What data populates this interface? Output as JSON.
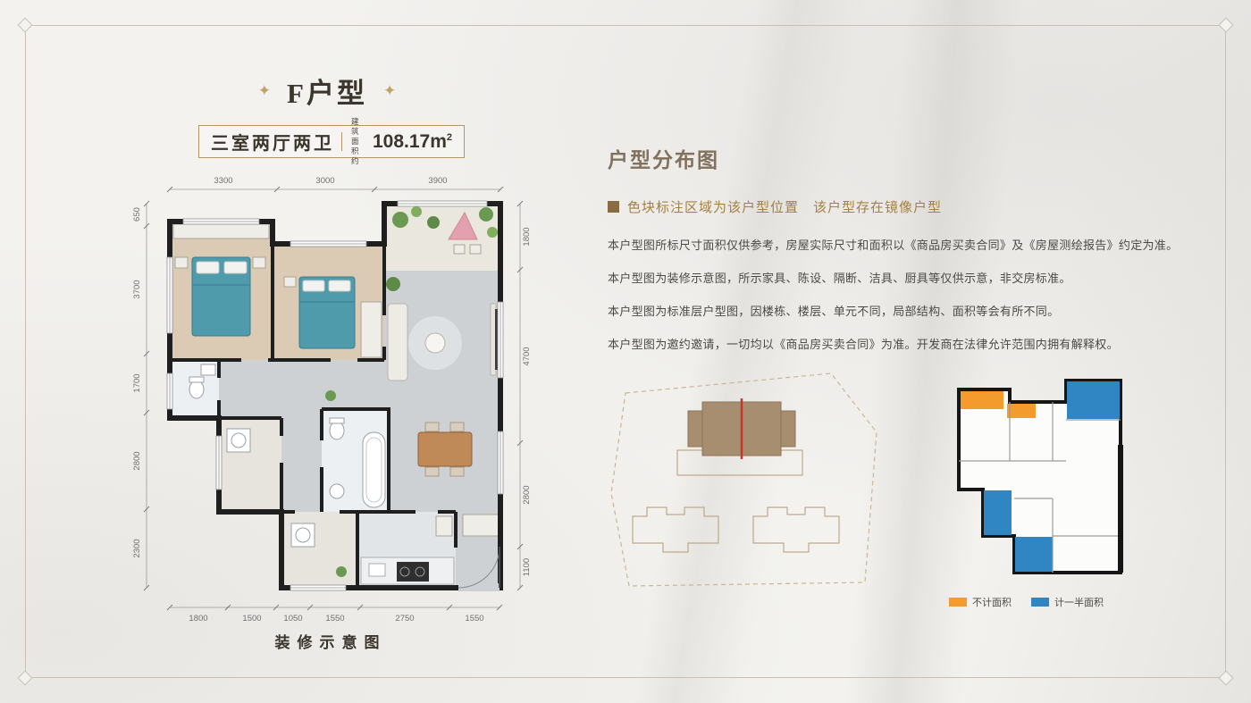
{
  "header": {
    "title": "F户型",
    "star": "✦"
  },
  "spec": {
    "layout": "三室两厅两卫",
    "area_prefix_line1": "建 筑",
    "area_prefix_line2": "面积约",
    "area_value": "108.17m",
    "area_sup": "2"
  },
  "floorplan": {
    "caption": "装修示意图",
    "dims_top": [
      "3300",
      "3000",
      "3900"
    ],
    "dims_left": [
      "650",
      "3700",
      "1700",
      "2800",
      "2300"
    ],
    "dims_right": [
      "1800",
      "4700",
      "2800",
      "1100"
    ],
    "dims_bottom": [
      "1800",
      "1500",
      "1050",
      "1550",
      "2750",
      "1550"
    ]
  },
  "distribution": {
    "title": "户型分布图",
    "highlight": "色块标注区域为该户型位置　该户型存在镜像户型",
    "paragraphs": [
      "本户型图所标尺寸面积仅供参考，房屋实际尺寸和面积以《商品房买卖合同》及《房屋测绘报告》约定为准。",
      "本户型图为装修示意图，所示家具、陈设、隔断、洁具、厨具等仅供示意，非交房标准。",
      "本户型图为标准层户型图，因楼栋、楼层、单元不同，局部结构、面积等会有所不同。",
      "本户型图为邀约邀请，一切均以《商品房买卖合同》为准。开发商在法律允许范围内拥有解释权。"
    ]
  },
  "legend": {
    "items": [
      {
        "label": "不计面积",
        "color": "#f39c2d"
      },
      {
        "label": "计一半面积",
        "color": "#2f86c2"
      }
    ]
  },
  "colors": {
    "accent_gold": "#b49563",
    "frame": "#c7c0b3",
    "building_fill": "#a88e71",
    "building_outline": "#b59b74",
    "marker_red": "#c0392b",
    "highlight_text": "#a5803f",
    "distribution_title": "#82715c"
  }
}
